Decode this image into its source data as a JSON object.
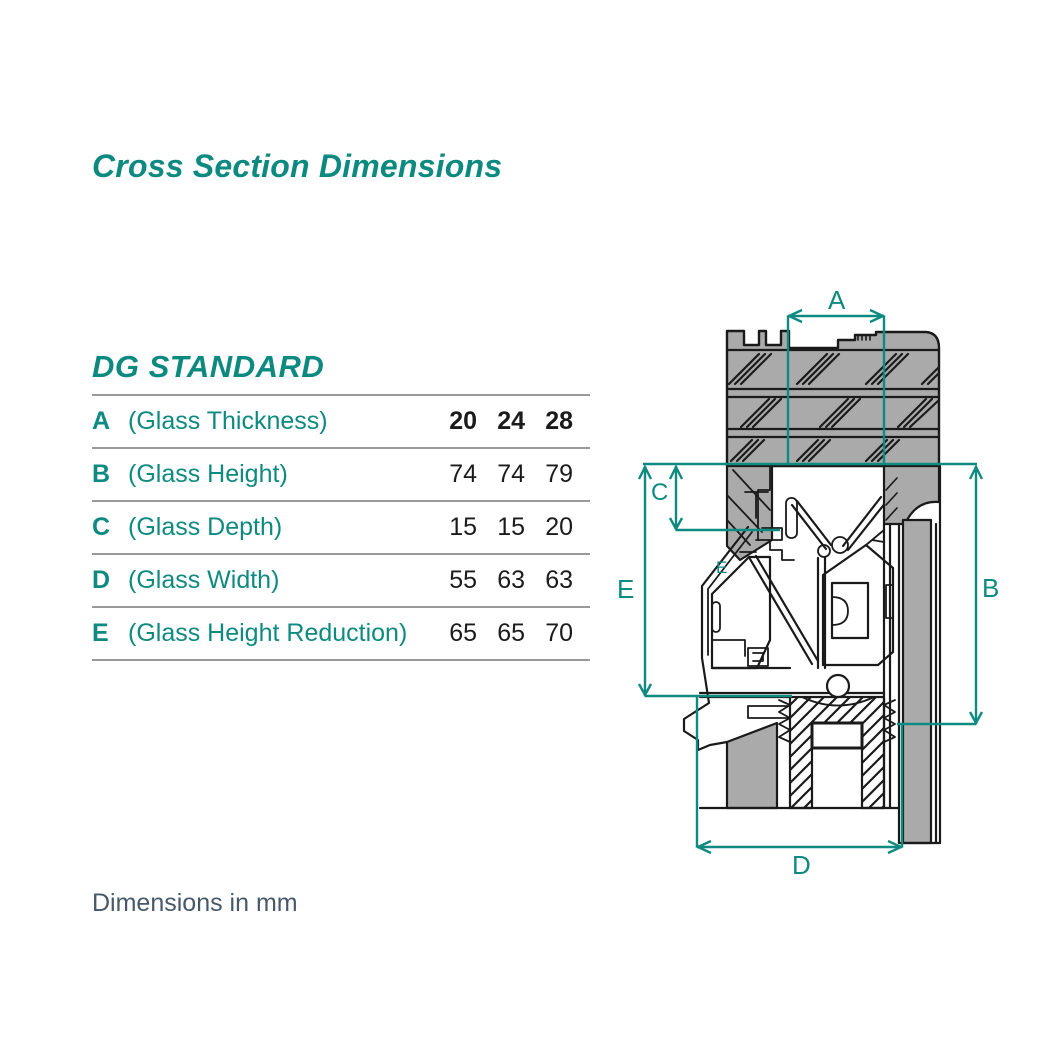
{
  "page": {
    "title": "Cross Section Dimensions",
    "footer": "Dimensions in mm"
  },
  "table": {
    "heading": "DG STANDARD",
    "columns_note": "three size variants per dimension",
    "rows": [
      {
        "letter": "A",
        "label": "(Glass Thickness)",
        "values": [
          "20",
          "24",
          "28"
        ]
      },
      {
        "letter": "B",
        "label": "(Glass Height)",
        "values": [
          "74",
          "74",
          "79"
        ]
      },
      {
        "letter": "C",
        "label": "(Glass Depth)",
        "values": [
          "15",
          "15",
          "20"
        ]
      },
      {
        "letter": "D",
        "label": "(Glass Width)",
        "values": [
          "55",
          "63",
          "63"
        ]
      },
      {
        "letter": "E",
        "label": "(Glass Height Reduction)",
        "values": [
          "65",
          "65",
          "70"
        ]
      }
    ]
  },
  "diagram": {
    "labels": {
      "a": "A",
      "b": "B",
      "c": "C",
      "d": "D",
      "e": "E",
      "e_small": "E"
    }
  },
  "colors": {
    "teal": "#0E8A80",
    "value_text": "#1B1B1B",
    "footer_text": "#46586A",
    "profile_gray": "#AAAAAA",
    "separator_gray": "#97999B",
    "line_black": "#1A1A1A"
  }
}
